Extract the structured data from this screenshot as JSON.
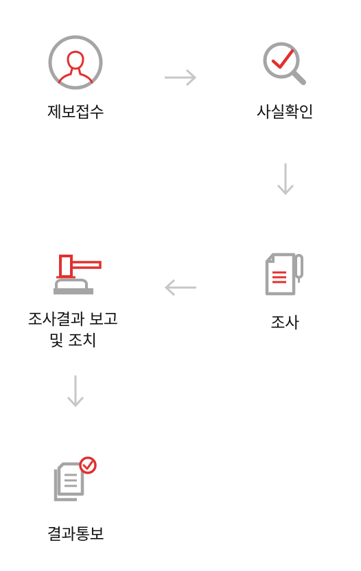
{
  "steps": [
    {
      "id": "report",
      "label": "제보접수",
      "icon": "person-icon"
    },
    {
      "id": "verify",
      "label": "사실확인",
      "icon": "magnifier-check-icon"
    },
    {
      "id": "investigate",
      "label": "조사",
      "icon": "document-pen-icon"
    },
    {
      "id": "action",
      "label_line1": "조사결과 보고",
      "label_line2": "및 조치",
      "icon": "gavel-icon"
    },
    {
      "id": "notify",
      "label": "결과통보",
      "icon": "documents-check-icon"
    }
  ],
  "colors": {
    "accent": "#e2302e",
    "gray": "#a5a5a5",
    "arrow": "#c7c7c7",
    "text": "#111111"
  }
}
